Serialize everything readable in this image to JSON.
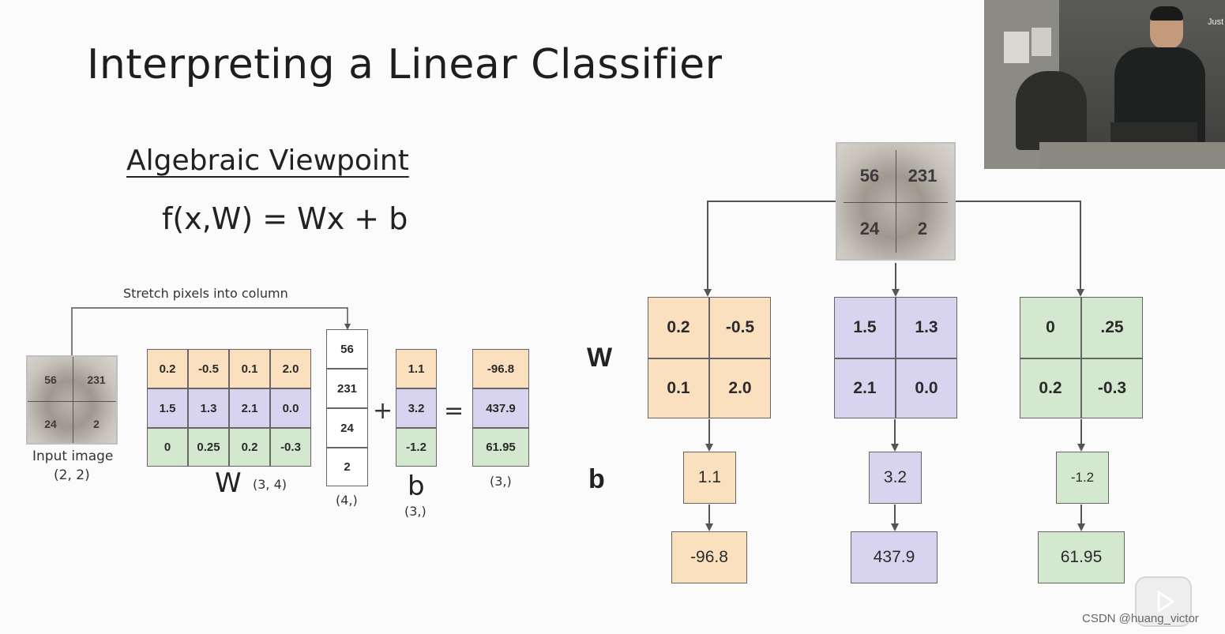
{
  "slide": {
    "title": "Interpreting a Linear Classifier",
    "subtitle": "Algebraic Viewpoint",
    "formula": "f(x,W) = Wx + b"
  },
  "left_diagram": {
    "stretch_label": "Stretch pixels into column",
    "input_pixels": [
      "56",
      "231",
      "24",
      "2"
    ],
    "input_label": "Input image",
    "input_shape": "(2, 2)",
    "W_rows": [
      [
        "0.2",
        "-0.5",
        "0.1",
        "2.0"
      ],
      [
        "1.5",
        "1.3",
        "2.1",
        "0.0"
      ],
      [
        "0",
        "0.25",
        "0.2",
        "-0.3"
      ]
    ],
    "W_label": "W",
    "W_shape": "(3, 4)",
    "x_column": [
      "56",
      "231",
      "24",
      "2"
    ],
    "x_shape": "(4,)",
    "plus": "+",
    "b_values": [
      "1.1",
      "3.2",
      "-1.2"
    ],
    "b_label": "b",
    "b_shape": "(3,)",
    "equals": "=",
    "scores": [
      "-96.8",
      "437.9",
      "61.95"
    ],
    "scores_shape": "(3,)"
  },
  "right_diagram": {
    "input_pixels": [
      "56",
      "231",
      "24",
      "2"
    ],
    "W_label": "W",
    "b_label": "b",
    "classes": [
      {
        "w": [
          "0.2",
          "-0.5",
          "0.1",
          "2.0"
        ],
        "b": "1.1",
        "score": "-96.8",
        "color": "#fbe0c0"
      },
      {
        "w": [
          "1.5",
          "1.3",
          "2.1",
          "0.0"
        ],
        "b": "3.2",
        "score": "437.9",
        "color": "#d8d3ee"
      },
      {
        "w": [
          "0",
          ".25",
          "0.2",
          "-0.3"
        ],
        "b": "-1.2",
        "score": "61.95",
        "color": "#d3e8cf"
      }
    ]
  },
  "video_overlay": {
    "caption": "Just"
  },
  "watermark": "CSDN @huang_victor",
  "colors": {
    "orange": "#fbe0c0",
    "purple": "#d8d3ee",
    "green": "#d3e8cf"
  }
}
